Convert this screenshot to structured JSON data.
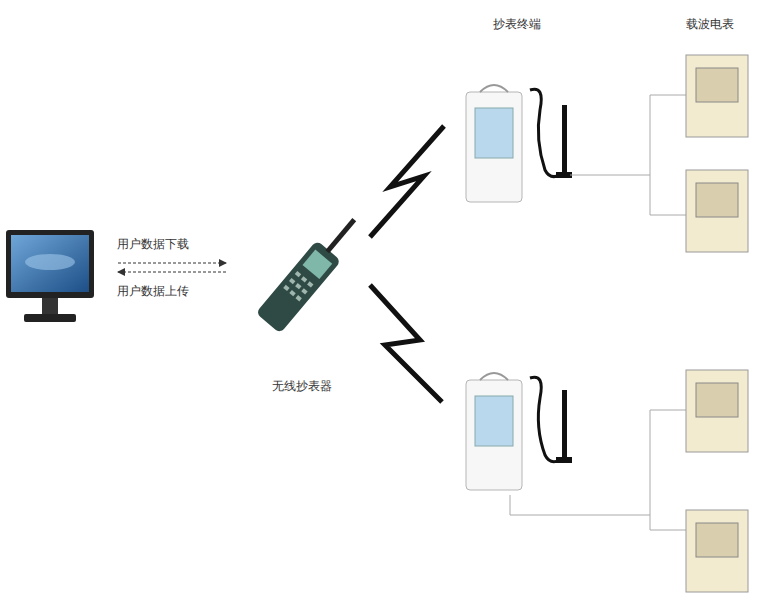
{
  "diagram": {
    "nodes": [
      {
        "text": [
          "无线抄表器"
        ]
      },
      {
        "text": [
          "抄表终端"
        ]
      }
    ],
    "edges": [
      {
        "from": 0,
        "to": 1,
        "arrow": "none"
      }
    ],
    "labels": [
      "用户数据下载",
      "用户数据上传",
      "载波电表"
    ]
  }
}
